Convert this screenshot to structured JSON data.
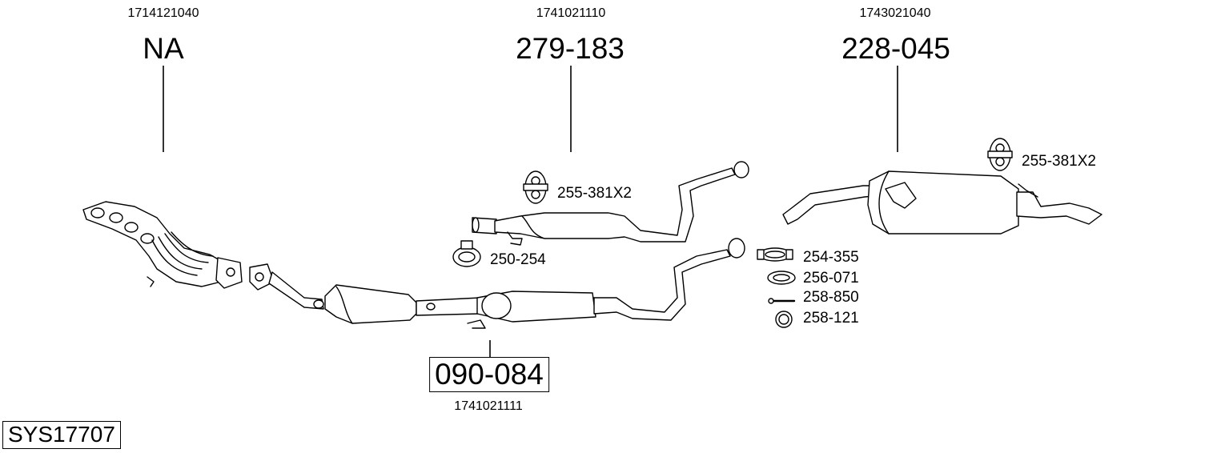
{
  "system": {
    "code": "SYS17707"
  },
  "groups": {
    "manifold": {
      "oem": "1714121040",
      "part": "NA"
    },
    "center": {
      "oem": "1741021110",
      "part": "279-183"
    },
    "rear": {
      "oem": "1743021040",
      "part": "228-045"
    },
    "front": {
      "oem": "1741021111",
      "part": "090-084"
    }
  },
  "accessories": {
    "hanger_center": "255-381X2",
    "clamp_center": "250-254",
    "hanger_rear": "255-381X2",
    "clamp_rear": "254-355",
    "gasket_ring": "256-071",
    "bolt": "258-850",
    "o_ring": "258-121"
  }
}
